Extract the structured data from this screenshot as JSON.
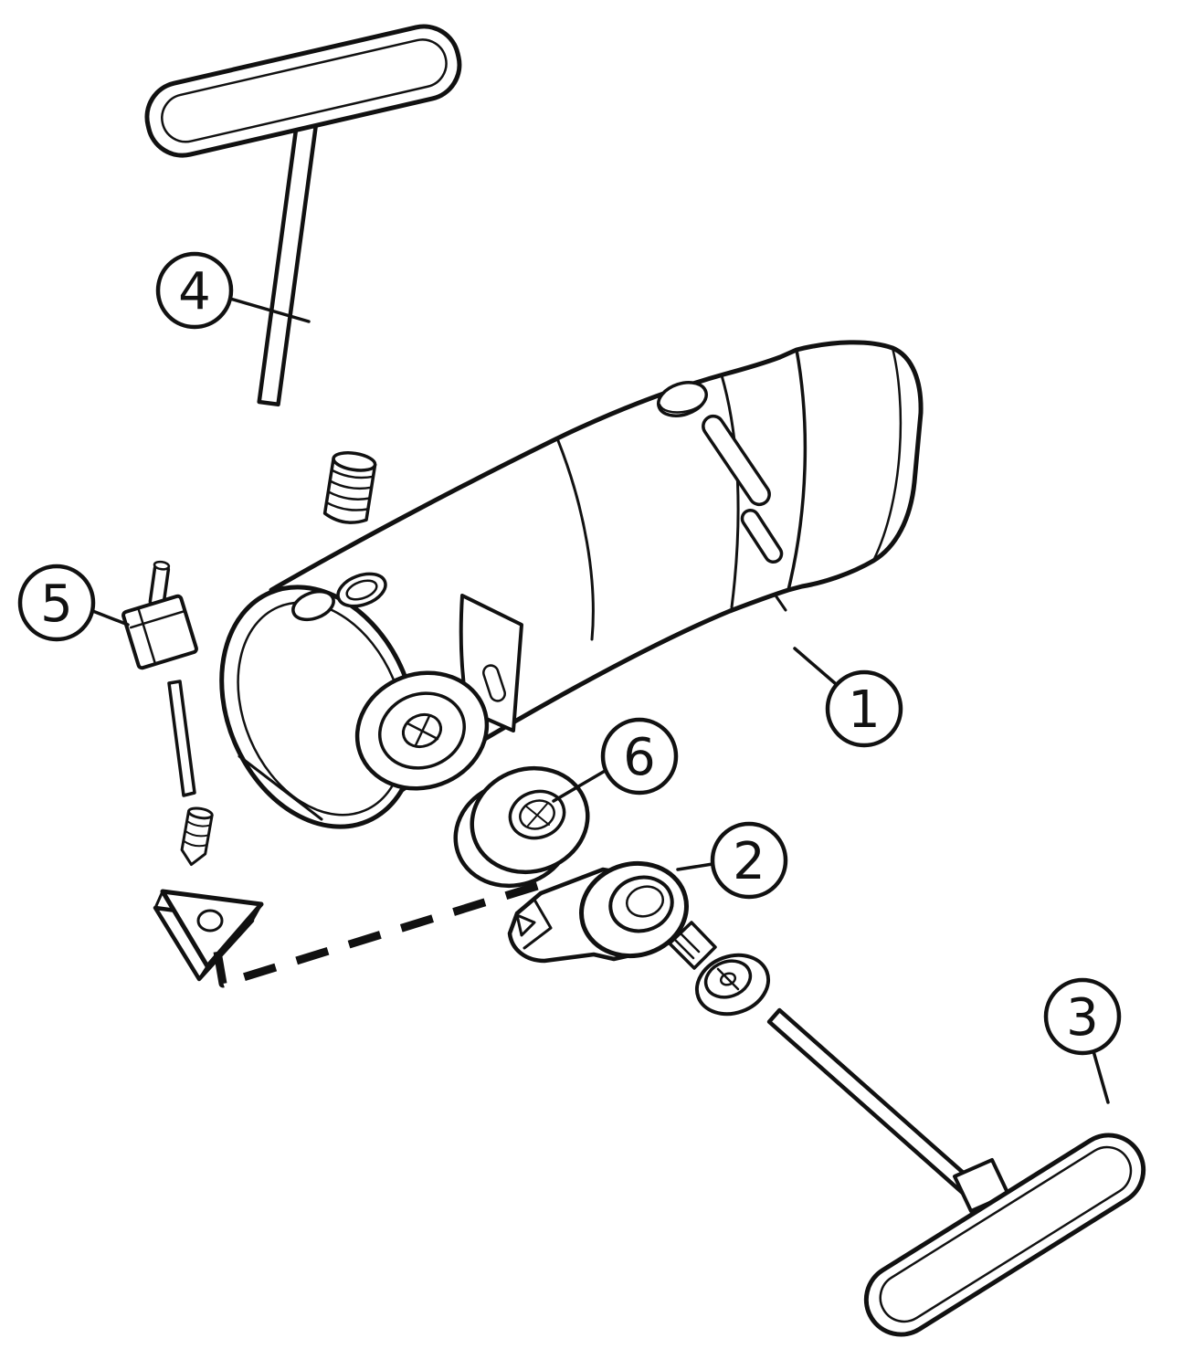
{
  "diagram": {
    "type": "exploded-assembly-line-drawing",
    "background": "#ffffff",
    "line_color": "#111111",
    "callouts": [
      {
        "label": "1"
      },
      {
        "label": "2"
      },
      {
        "label": "3"
      },
      {
        "label": "4"
      },
      {
        "label": "5"
      },
      {
        "label": "6"
      }
    ]
  }
}
